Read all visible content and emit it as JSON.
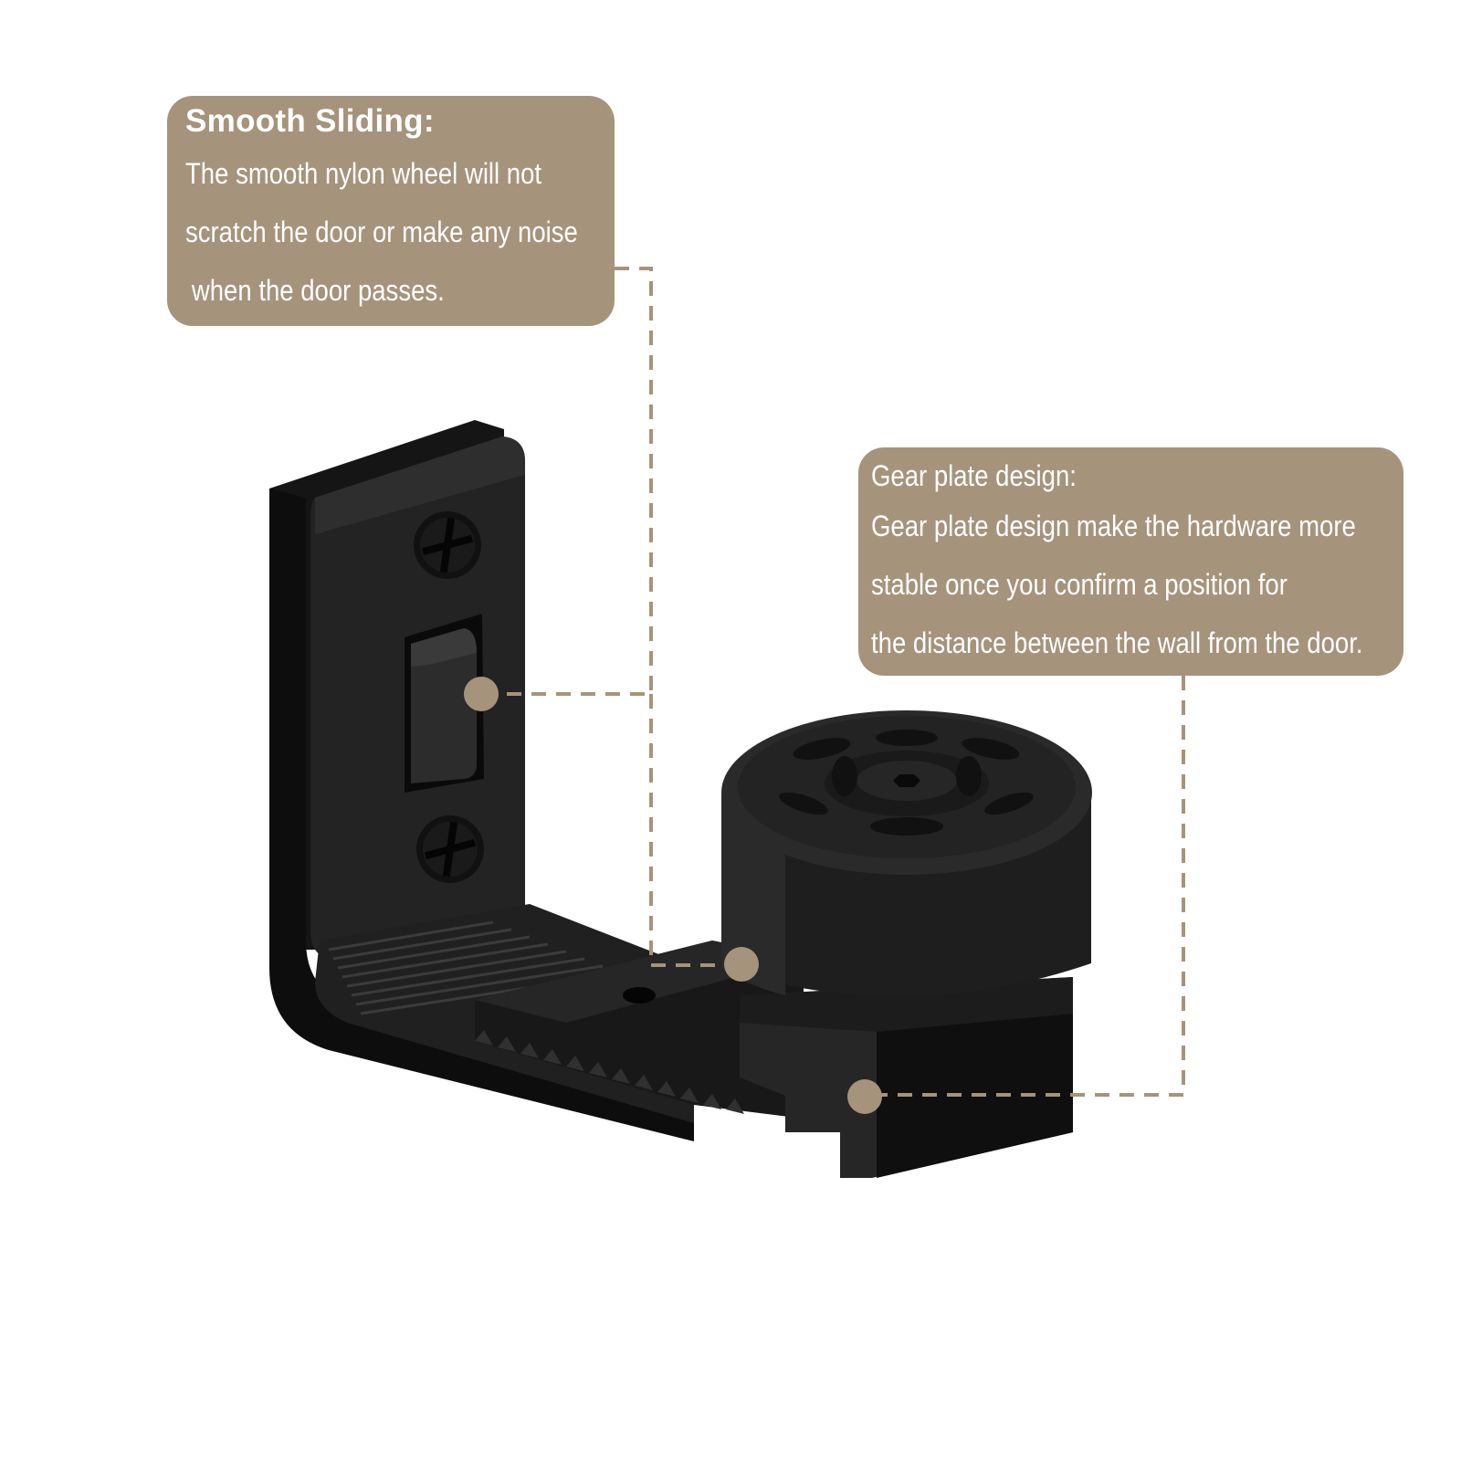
{
  "colors": {
    "callout_fill": "#a6937b",
    "connector": "#a6937b",
    "product": "#1c1c1c"
  },
  "callouts": [
    {
      "heading": "Smooth Sliding:",
      "lines": [
        "The smooth nylon wheel will not",
        "scratch the door or make any noise",
        " when the door passes."
      ]
    },
    {
      "heading": "Gear plate design:",
      "lines": [
        "Gear plate design make the hardware more",
        "stable once you confirm a position for",
        "the distance between the wall from the door."
      ]
    }
  ]
}
